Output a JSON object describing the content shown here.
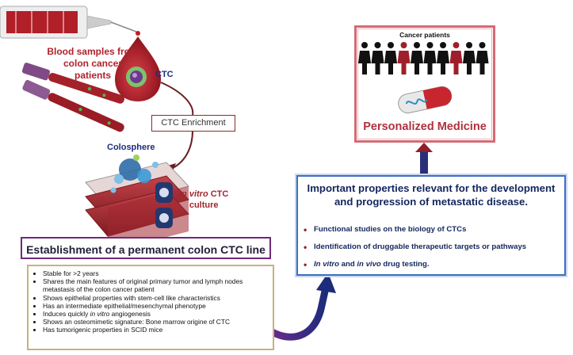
{
  "left_flow": {
    "blood_samples_label": "Blood samples from colon cancer patients",
    "ctc_label": "CTC",
    "enrichment_label": "CTC Enrichment",
    "colosphere_label": "Colosphere",
    "culture_label_italic": "In vitro",
    "culture_label_rest": " CTC",
    "culture_label_line2": "culture"
  },
  "establishment": {
    "title": "Establishment of a permanent colon CTC line",
    "items": [
      {
        "text": "Stable for >2 years"
      },
      {
        "text": "Shares the main features of original primary tumor and lymph nodes metastasis of the colon cancer patient"
      },
      {
        "text": "Shows epithelial properties with stem-cell like characteristics"
      },
      {
        "text": "Has an intermediate epithelial/mesenchymal phenotype"
      },
      {
        "pre": "Induces quickly ",
        "italic": "in vitro",
        "post": " angiogenesis"
      },
      {
        "text": "Shows an osteomimetic signature: Bone marrow origine of CTC"
      },
      {
        "text": "Has tumorigenic properties in SCID mice"
      }
    ]
  },
  "properties": {
    "title": "Important properties relevant for the development and progression of metastatic disease.",
    "items": [
      {
        "text": "Functional studies on the biology of CTCs"
      },
      {
        "text": "Identification of druggable therapeutic targets or pathways"
      },
      {
        "italic1": "In vitro",
        "mid": " and ",
        "italic2": "in vivo",
        "post": " drug testing."
      }
    ]
  },
  "personalized": {
    "cancer_patients_label": "Cancer patients",
    "title": "Personalized Medicine",
    "figure_colors": [
      "#111111",
      "#111111",
      "#111111",
      "#9e1f2b",
      "#111111",
      "#111111",
      "#111111",
      "#9e1f2b",
      "#111111",
      "#111111"
    ]
  },
  "colors": {
    "blood_red": "#b0222c",
    "navy": "#14265e",
    "props_border": "#3e6fbd",
    "est_border": "#6e2a7a",
    "pm_border": "#d46a75",
    "arrow_purple": "#4a1a6e"
  }
}
